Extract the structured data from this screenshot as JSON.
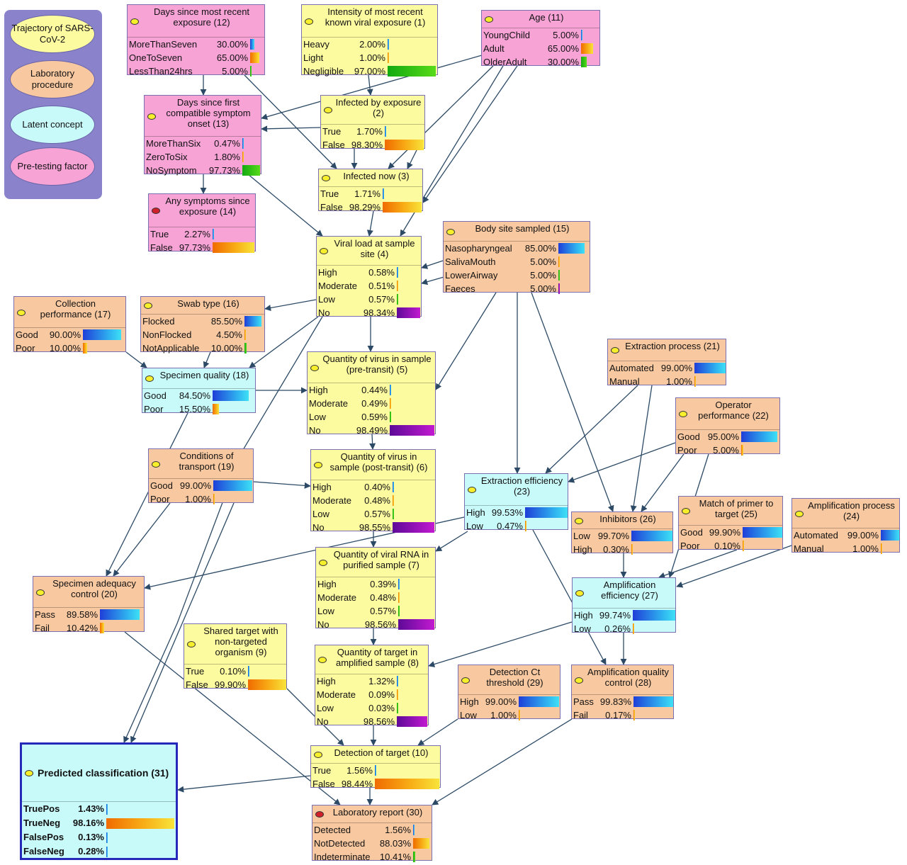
{
  "legend": [
    {
      "label": "Trajectory of SARS-CoV-2",
      "color": "#fdfba0"
    },
    {
      "label": "Laboratory procedure",
      "color": "#f8c8a0"
    },
    {
      "label": "Latent concept",
      "color": "#c9fafa"
    },
    {
      "label": "Pre-testing factor",
      "color": "#f7a3d6"
    }
  ],
  "colors": {
    "trajectory": "#fdfba0",
    "laboratory": "#f8c8a0",
    "latent": "#c9fafa",
    "pretesting": "#f7a3d6",
    "edge": "#2c4a66"
  },
  "nodes": {
    "n12": {
      "title": "Days since most recent exposure (12)",
      "states": [
        {
          "label": "MoreThanSeven",
          "value": "30.00%",
          "p": 0.3
        },
        {
          "label": "OneToSeven",
          "value": "65.00%",
          "p": 0.65
        },
        {
          "label": "LessThan24hrs",
          "value": "5.00%",
          "p": 0.05
        }
      ]
    },
    "n1": {
      "title": "Intensity of most recent known viral exposure (1)",
      "states": [
        {
          "label": "Heavy",
          "value": "2.00%",
          "p": 0.02
        },
        {
          "label": "Light",
          "value": "1.00%",
          "p": 0.01
        },
        {
          "label": "Negligible",
          "value": "97.00%",
          "p": 0.97
        }
      ]
    },
    "n11": {
      "title": "Age (11)",
      "states": [
        {
          "label": "YoungChild",
          "value": "5.00%",
          "p": 0.05
        },
        {
          "label": "Adult",
          "value": "65.00%",
          "p": 0.65
        },
        {
          "label": "OlderAdult",
          "value": "30.00%",
          "p": 0.3
        }
      ]
    },
    "n13": {
      "title": "Days since first compatible symptom onset (13)",
      "states": [
        {
          "label": "MoreThanSix",
          "value": "0.47%",
          "p": 0.0047
        },
        {
          "label": "ZeroToSix",
          "value": "1.80%",
          "p": 0.018
        },
        {
          "label": "NoSymptom",
          "value": "97.73%",
          "p": 0.9773
        }
      ]
    },
    "n2": {
      "title": "Infected by exposure (2)",
      "states": [
        {
          "label": "True",
          "value": "1.70%",
          "p": 0.017
        },
        {
          "label": "False",
          "value": "98.30%",
          "p": 0.983
        }
      ]
    },
    "n3": {
      "title": "Infected now (3)",
      "states": [
        {
          "label": "True",
          "value": "1.71%",
          "p": 0.0171
        },
        {
          "label": "False",
          "value": "98.29%",
          "p": 0.9829
        }
      ]
    },
    "n14": {
      "title": "Any symptoms since exposure (14)",
      "states": [
        {
          "label": "True",
          "value": "2.27%",
          "p": 0.0227
        },
        {
          "label": "False",
          "value": "97.73%",
          "p": 0.9773
        }
      ]
    },
    "n4": {
      "title": "Viral load at sample site (4)",
      "states": [
        {
          "label": "High",
          "value": "0.58%",
          "p": 0.0058
        },
        {
          "label": "Moderate",
          "value": "0.51%",
          "p": 0.0051
        },
        {
          "label": "Low",
          "value": "0.57%",
          "p": 0.0057
        },
        {
          "label": "No",
          "value": "98.34%",
          "p": 0.9834
        }
      ]
    },
    "n15": {
      "title": "Body site sampled (15)",
      "states": [
        {
          "label": "Nasopharyngeal",
          "value": "85.00%",
          "p": 0.85
        },
        {
          "label": "SalivaMouth",
          "value": "5.00%",
          "p": 0.05
        },
        {
          "label": "LowerAirway",
          "value": "5.00%",
          "p": 0.05
        },
        {
          "label": "Faeces",
          "value": "5.00%",
          "p": 0.05
        }
      ]
    },
    "n17": {
      "title": "Collection performance (17)",
      "states": [
        {
          "label": "Good",
          "value": "90.00%",
          "p": 0.9
        },
        {
          "label": "Poor",
          "value": "10.00%",
          "p": 0.1
        }
      ]
    },
    "n16": {
      "title": "Swab type (16)",
      "states": [
        {
          "label": "Flocked",
          "value": "85.50%",
          "p": 0.855
        },
        {
          "label": "NonFlocked",
          "value": "4.50%",
          "p": 0.045
        },
        {
          "label": "NotApplicable",
          "value": "10.00%",
          "p": 0.1
        }
      ]
    },
    "n18": {
      "title": "Specimen quality (18)",
      "states": [
        {
          "label": "Good",
          "value": "84.50%",
          "p": 0.845
        },
        {
          "label": "Poor",
          "value": "15.50%",
          "p": 0.155
        }
      ]
    },
    "n5": {
      "title": "Quantity of virus in sample (pre-transit) (5)",
      "states": [
        {
          "label": "High",
          "value": "0.44%",
          "p": 0.0044
        },
        {
          "label": "Moderate",
          "value": "0.49%",
          "p": 0.0049
        },
        {
          "label": "Low",
          "value": "0.59%",
          "p": 0.0059
        },
        {
          "label": "No",
          "value": "98.49%",
          "p": 0.9849
        }
      ]
    },
    "n21": {
      "title": "Extraction process (21)",
      "states": [
        {
          "label": "Automated",
          "value": "99.00%",
          "p": 0.99
        },
        {
          "label": "Manual",
          "value": "1.00%",
          "p": 0.01
        }
      ]
    },
    "n22": {
      "title": "Operator performance (22)",
      "states": [
        {
          "label": "Good",
          "value": "95.00%",
          "p": 0.95
        },
        {
          "label": "Poor",
          "value": "5.00%",
          "p": 0.05
        }
      ]
    },
    "n19": {
      "title": "Conditions of transport (19)",
      "states": [
        {
          "label": "Good",
          "value": "99.00%",
          "p": 0.99
        },
        {
          "label": "Poor",
          "value": "1.00%",
          "p": 0.01
        }
      ]
    },
    "n6": {
      "title": "Quantity of virus in sample (post-transit) (6)",
      "states": [
        {
          "label": "High",
          "value": "0.40%",
          "p": 0.004
        },
        {
          "label": "Moderate",
          "value": "0.48%",
          "p": 0.0048
        },
        {
          "label": "Low",
          "value": "0.57%",
          "p": 0.0057
        },
        {
          "label": "No",
          "value": "98.55%",
          "p": 0.9855
        }
      ]
    },
    "n23": {
      "title": "Extraction efficiency (23)",
      "states": [
        {
          "label": "High",
          "value": "99.53%",
          "p": 0.9953
        },
        {
          "label": "Low",
          "value": "0.47%",
          "p": 0.0047
        }
      ]
    },
    "n26": {
      "title": "Inhibitors (26)",
      "states": [
        {
          "label": "Low",
          "value": "99.70%",
          "p": 0.997
        },
        {
          "label": "High",
          "value": "0.30%",
          "p": 0.003
        }
      ]
    },
    "n25": {
      "title": "Match of primer to target (25)",
      "states": [
        {
          "label": "Good",
          "value": "99.90%",
          "p": 0.999
        },
        {
          "label": "Poor",
          "value": "0.10%",
          "p": 0.001
        }
      ]
    },
    "n24": {
      "title": "Amplification process (24)",
      "states": [
        {
          "label": "Automated",
          "value": "99.00%",
          "p": 0.99
        },
        {
          "label": "Manual",
          "value": "1.00%",
          "p": 0.01
        }
      ]
    },
    "n20": {
      "title": "Specimen adequacy control (20)",
      "states": [
        {
          "label": "Pass",
          "value": "89.58%",
          "p": 0.8958
        },
        {
          "label": "Fail",
          "value": "10.42%",
          "p": 0.1042
        }
      ]
    },
    "n7": {
      "title": "Quantity of viral RNA in purified sample (7)",
      "states": [
        {
          "label": "High",
          "value": "0.39%",
          "p": 0.0039
        },
        {
          "label": "Moderate",
          "value": "0.48%",
          "p": 0.0048
        },
        {
          "label": "Low",
          "value": "0.57%",
          "p": 0.0057
        },
        {
          "label": "No",
          "value": "98.56%",
          "p": 0.9856
        }
      ]
    },
    "n27": {
      "title": "Amplification efficiency (27)",
      "states": [
        {
          "label": "High",
          "value": "99.74%",
          "p": 0.9974
        },
        {
          "label": "Low",
          "value": "0.26%",
          "p": 0.0026
        }
      ]
    },
    "n9": {
      "title": "Shared target with non-targeted organism (9)",
      "states": [
        {
          "label": "True",
          "value": "0.10%",
          "p": 0.001
        },
        {
          "label": "False",
          "value": "99.90%",
          "p": 0.999
        }
      ]
    },
    "n8": {
      "title": "Quantity of target in amplified sample (8)",
      "states": [
        {
          "label": "High",
          "value": "1.32%",
          "p": 0.0132
        },
        {
          "label": "Moderate",
          "value": "0.09%",
          "p": 0.0009
        },
        {
          "label": "Low",
          "value": "0.03%",
          "p": 0.0003
        },
        {
          "label": "No",
          "value": "98.56%",
          "p": 0.9856
        }
      ]
    },
    "n29": {
      "title": "Detection Ct threshold (29)",
      "states": [
        {
          "label": "High",
          "value": "99.00%",
          "p": 0.99
        },
        {
          "label": "Low",
          "value": "1.00%",
          "p": 0.01
        }
      ]
    },
    "n28": {
      "title": "Amplification quality control (28)",
      "states": [
        {
          "label": "Pass",
          "value": "99.83%",
          "p": 0.9983
        },
        {
          "label": "Fail",
          "value": "0.17%",
          "p": 0.0017
        }
      ]
    },
    "n10": {
      "title": "Detection of target (10)",
      "states": [
        {
          "label": "True",
          "value": "1.56%",
          "p": 0.0156
        },
        {
          "label": "False",
          "value": "98.44%",
          "p": 0.9844
        }
      ]
    },
    "n31": {
      "title": "Predicted classification (31)",
      "states": [
        {
          "label": "TruePos",
          "value": "1.43%",
          "p": 0.0143
        },
        {
          "label": "TrueNeg",
          "value": "98.16%",
          "p": 0.9816
        },
        {
          "label": "FalsePos",
          "value": "0.13%",
          "p": 0.0013
        },
        {
          "label": "FalseNeg",
          "value": "0.28%",
          "p": 0.0028
        }
      ]
    },
    "n30": {
      "title": "Laboratory report (30)",
      "states": [
        {
          "label": "Detected",
          "value": "1.56%",
          "p": 0.0156
        },
        {
          "label": "NotDetected",
          "value": "88.03%",
          "p": 0.8803
        },
        {
          "label": "Indeterminate",
          "value": "10.41%",
          "p": 0.1041
        }
      ]
    }
  }
}
